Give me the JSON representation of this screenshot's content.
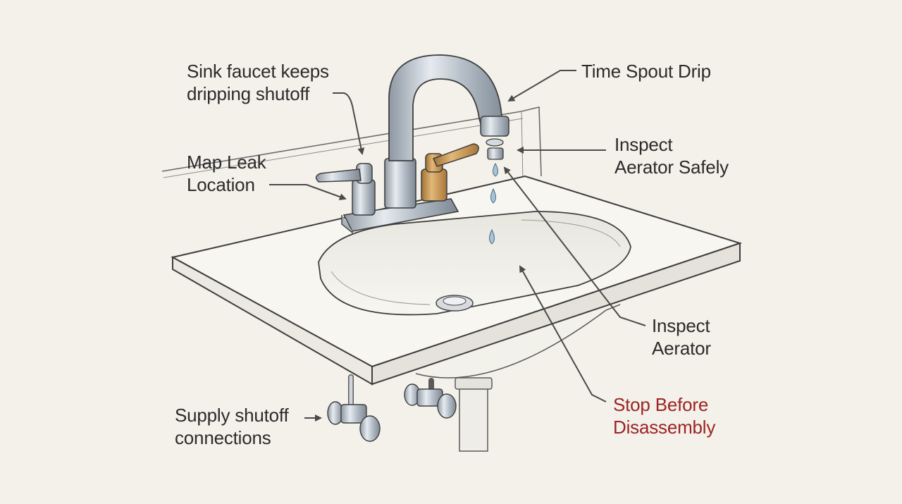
{
  "labels": {
    "faucet_drip": {
      "line1": "Sink faucet keeps",
      "line2": "dripping shutoff"
    },
    "spout_drip": "Time Spout Drip",
    "map_leak": {
      "line1": "Map Leak",
      "line2": "Location"
    },
    "inspect_aerator_safely": {
      "line1": "Inspect",
      "line2": "Aerator Safely"
    },
    "inspect_aerator": {
      "line1": "Inspect",
      "line2": "Aerator"
    },
    "supply_shutoff": {
      "line1": "Supply shutoff",
      "line2": "connections"
    },
    "stop_before": {
      "line1": "Stop Before",
      "line2": "Disassembly"
    }
  },
  "colors": {
    "background": "#f3f1e9",
    "label_text": "#2b2b2b",
    "warning_text": "#9c2424",
    "line": "#4a4a4a",
    "chrome": "#c9cfd6",
    "brass": "#c99a55",
    "porcelain": "#f6f5f0",
    "water": "#a9c3d6"
  },
  "icons": {
    "arrow_style": "arrow-head-icon",
    "water_drop": "water-drop-icon"
  }
}
